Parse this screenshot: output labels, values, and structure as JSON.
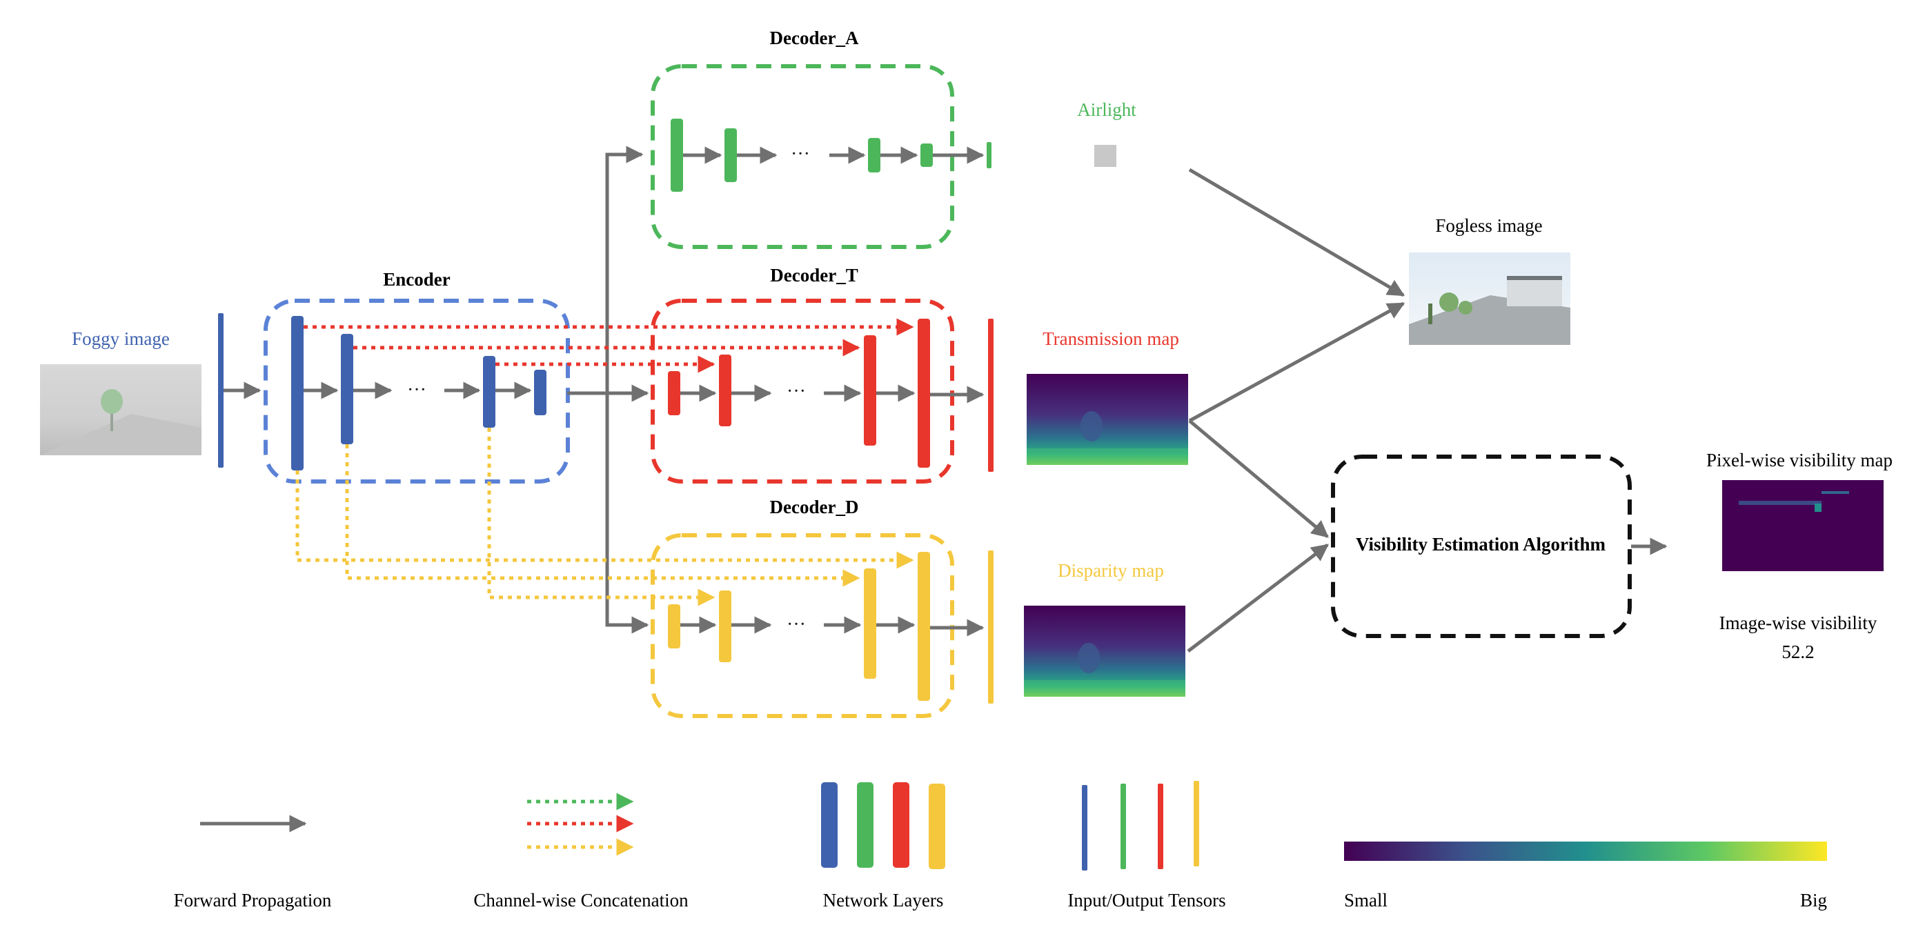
{
  "colors": {
    "blue": "#3f62ae",
    "green": "#4cb75a",
    "red": "#e8362c",
    "yellow": "#f4c73d",
    "gray": "#707070",
    "black": "#111111"
  },
  "labels": {
    "decoder_a": "Decoder_A",
    "decoder_t": "Decoder_T",
    "decoder_d": "Decoder_D",
    "encoder": "Encoder",
    "foggy_image": "Foggy image",
    "airlight": "Airlight",
    "transmission_map": "Transmission map",
    "disparity_map": "Disparity map",
    "fogless_image": "Fogless image",
    "visibility_algorithm": "Visibility Estimation Algorithm",
    "pixel_visibility_map": "Pixel-wise visibility map",
    "image_visibility_label": "Image-wise visibility",
    "image_visibility_value": "52.2",
    "ellipsis": "···"
  },
  "legend": {
    "forward": "Forward Propagation",
    "concat": "Channel-wise Concatenation",
    "layers": "Network Layers",
    "tensors": "Input/Output Tensors",
    "small": "Small",
    "big": "Big"
  },
  "colormap": [
    "#440154",
    "#3b528b",
    "#21908d",
    "#5dc863",
    "#fde725"
  ]
}
